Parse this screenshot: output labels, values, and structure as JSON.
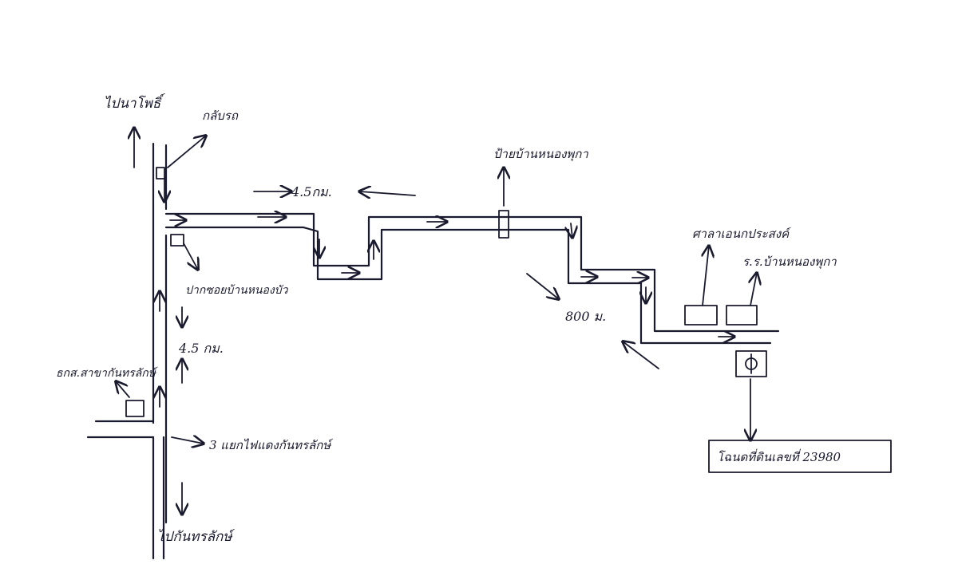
{
  "labels": {
    "to_north": "ไปนาโพธิ์",
    "return_u_turn": "กลับรถ",
    "side_road_junction": "ปากซอยบ้านหนองบัว",
    "distance_main_road": "4.5 กม.",
    "village_sign": "ป้ายบ้านหนองพุกา",
    "distance_side_road": "4.5กม.",
    "distance_short": "800 ม.",
    "facility_1": "ศาลาเอนกประสงค์",
    "facility_2": "ร.ร.บ้านหนองพุกา",
    "bank_branch": "ธกส.สาขากันทรลักษ์",
    "intersection_light": "3 แยกไฟแดงกันทรลักษ์",
    "to_south": "ไปกันทรลักษ์",
    "destination": "โฉนดที่ดินเลขที่ 23980"
  }
}
